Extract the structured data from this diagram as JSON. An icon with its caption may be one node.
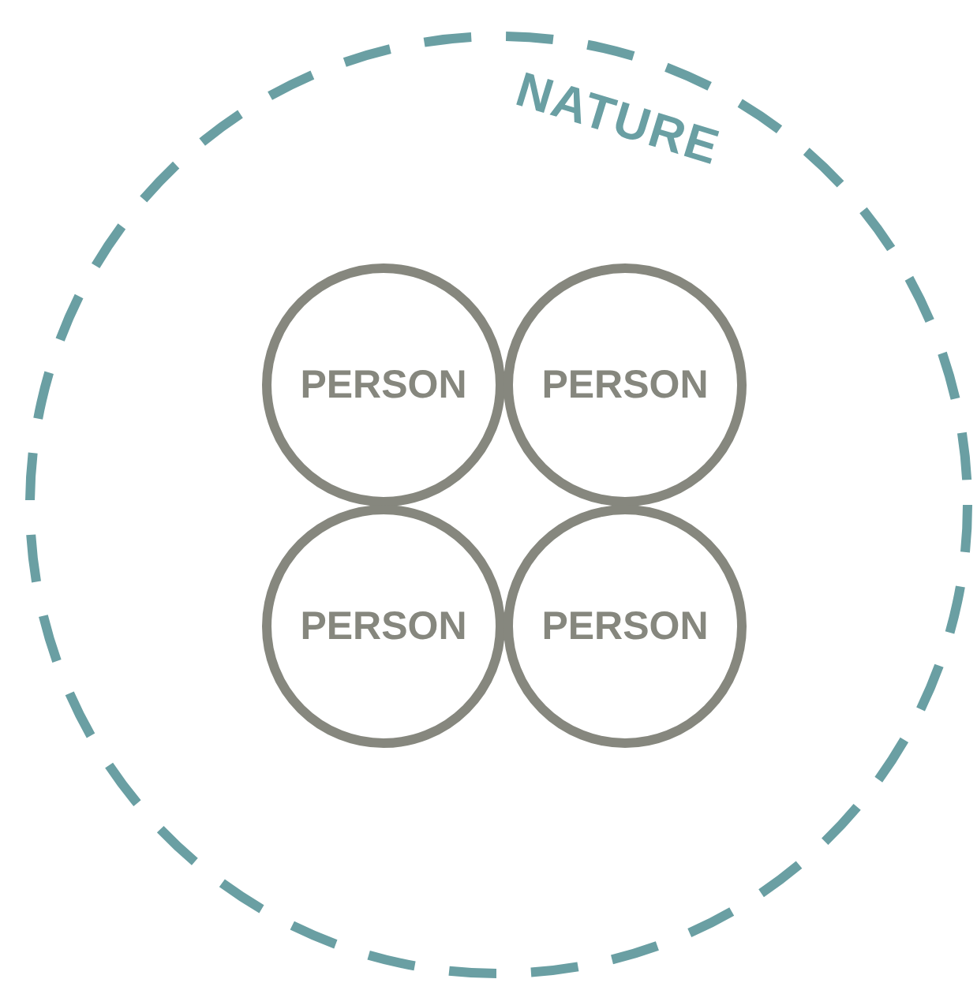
{
  "diagram": {
    "nodes": [
      {
        "text": [
          "NATURE"
        ]
      },
      {
        "text": [
          "PERSON"
        ],
        "in": 0
      },
      {
        "text": [
          "PERSON"
        ],
        "in": 0
      },
      {
        "text": [
          "PERSON"
        ],
        "in": 0
      },
      {
        "text": [
          "PERSON"
        ],
        "in": 0
      }
    ]
  }
}
